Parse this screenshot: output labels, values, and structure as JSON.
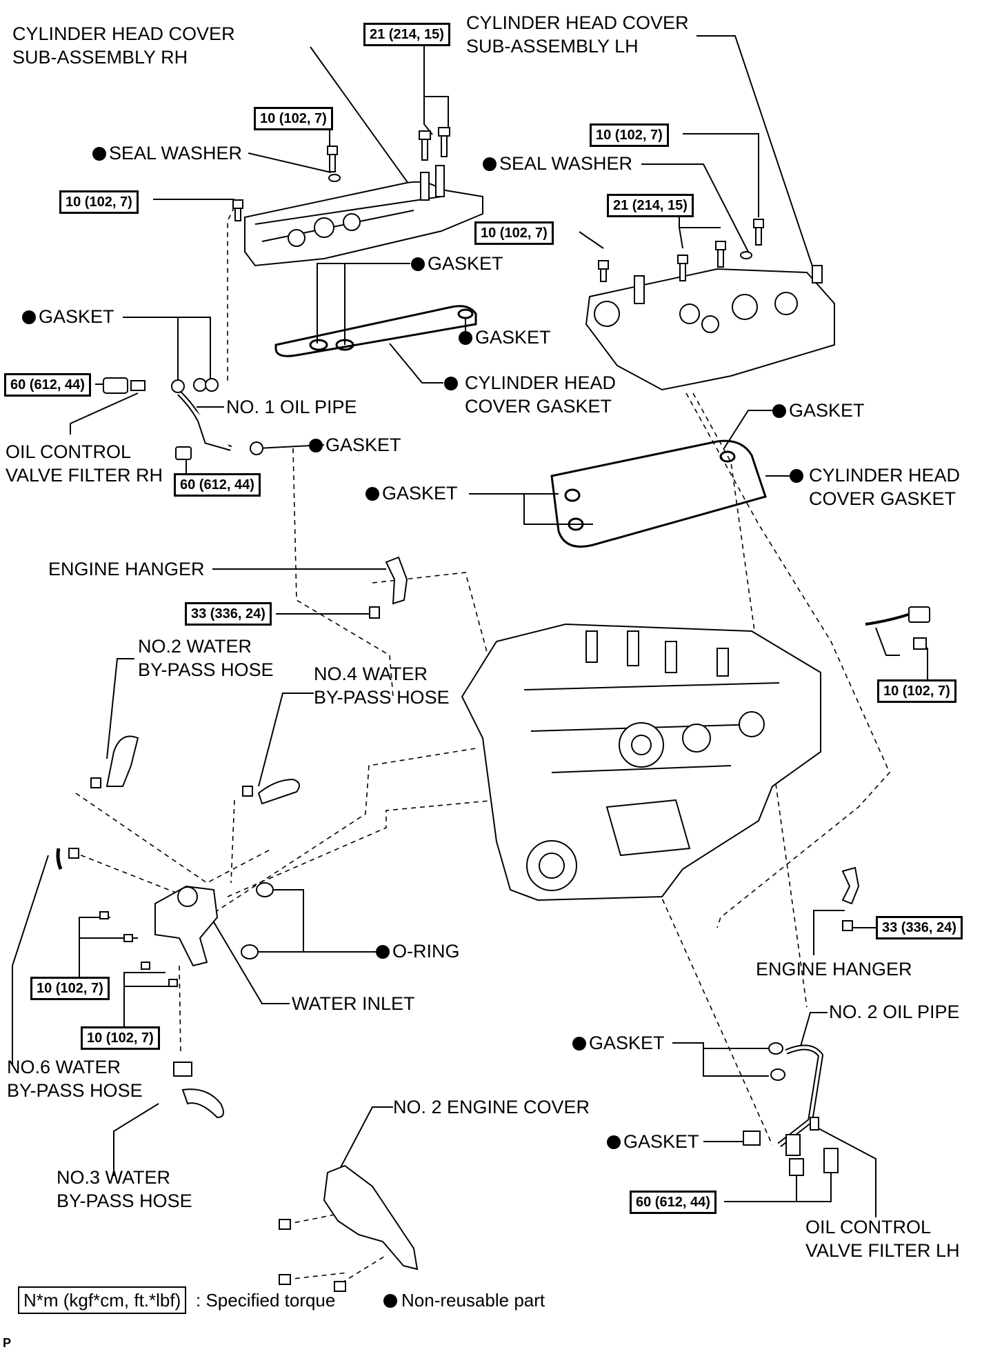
{
  "labels": {
    "cyl_head_cover_rh": "CYLINDER HEAD COVER\nSUB-ASSEMBLY RH",
    "cyl_head_cover_lh": "CYLINDER HEAD COVER\nSUB-ASSEMBLY LH",
    "seal_washer_rh": "SEAL WASHER",
    "seal_washer_lh": "SEAL WASHER",
    "gasket_rh_cover": "GASKET",
    "gasket_rh_plug": "GASKET",
    "gasket_left": "GASKET",
    "cyl_head_cover_gasket_rh": "CYLINDER HEAD\nCOVER GASKET",
    "no1_oil_pipe": "NO. 1 OIL PIPE",
    "oil_filter_rh": "OIL CONTROL\nVALVE FILTER RH",
    "gasket_oil_pipe_rh": "GASKET",
    "gasket_lh_top": "GASKET",
    "gasket_lh_plug": "GASKET",
    "cyl_head_cover_gasket_lh": "CYLINDER HEAD\nCOVER GASKET",
    "engine_hanger_rh": "ENGINE HANGER",
    "no2_water_hose": "NO.2 WATER\nBY-PASS HOSE",
    "no4_water_hose": "NO.4 WATER\nBY-PASS HOSE",
    "o_ring": "O-RING",
    "water_inlet": "WATER INLET",
    "no6_water_hose": "NO.6 WATER\nBY-PASS HOSE",
    "no3_water_hose": "NO.3 WATER\nBY-PASS HOSE",
    "no2_engine_cover": "NO. 2 ENGINE COVER",
    "engine_hanger_lh": "ENGINE HANGER",
    "no2_oil_pipe": "NO. 2 OIL PIPE",
    "gasket_oil_pipe_lh_a": "GASKET",
    "gasket_oil_pipe_lh_b": "GASKET",
    "oil_filter_lh": "OIL CONTROL\nVALVE FILTER LH"
  },
  "torques": {
    "t_21_rh": "21 (214, 15)",
    "t_10_seal_rh": "10 (102, 7)",
    "t_10_left_rh": "10 (102, 7)",
    "t_60_rh_a": "60 (612, 44)",
    "t_60_rh_b": "60 (612, 44)",
    "t_10_lh_top": "10 (102, 7)",
    "t_21_lh": "21 (214, 15)",
    "t_10_lh_left": "10 (102, 7)",
    "t_33_rh": "33 (336, 24)",
    "t_10_sensor": "10 (102, 7)",
    "t_10_inlet_a": "10 (102, 7)",
    "t_10_inlet_b": "10 (102, 7)",
    "t_33_lh": "33 (336, 24)",
    "t_60_lh": "60 (612, 44)"
  },
  "legend": {
    "torque_box": "N*m (kgf*cm, ft.*lbf)",
    "torque_text": ": Specified torque",
    "nonreusable_text": "Non-reusable part"
  },
  "footer_code": "P"
}
